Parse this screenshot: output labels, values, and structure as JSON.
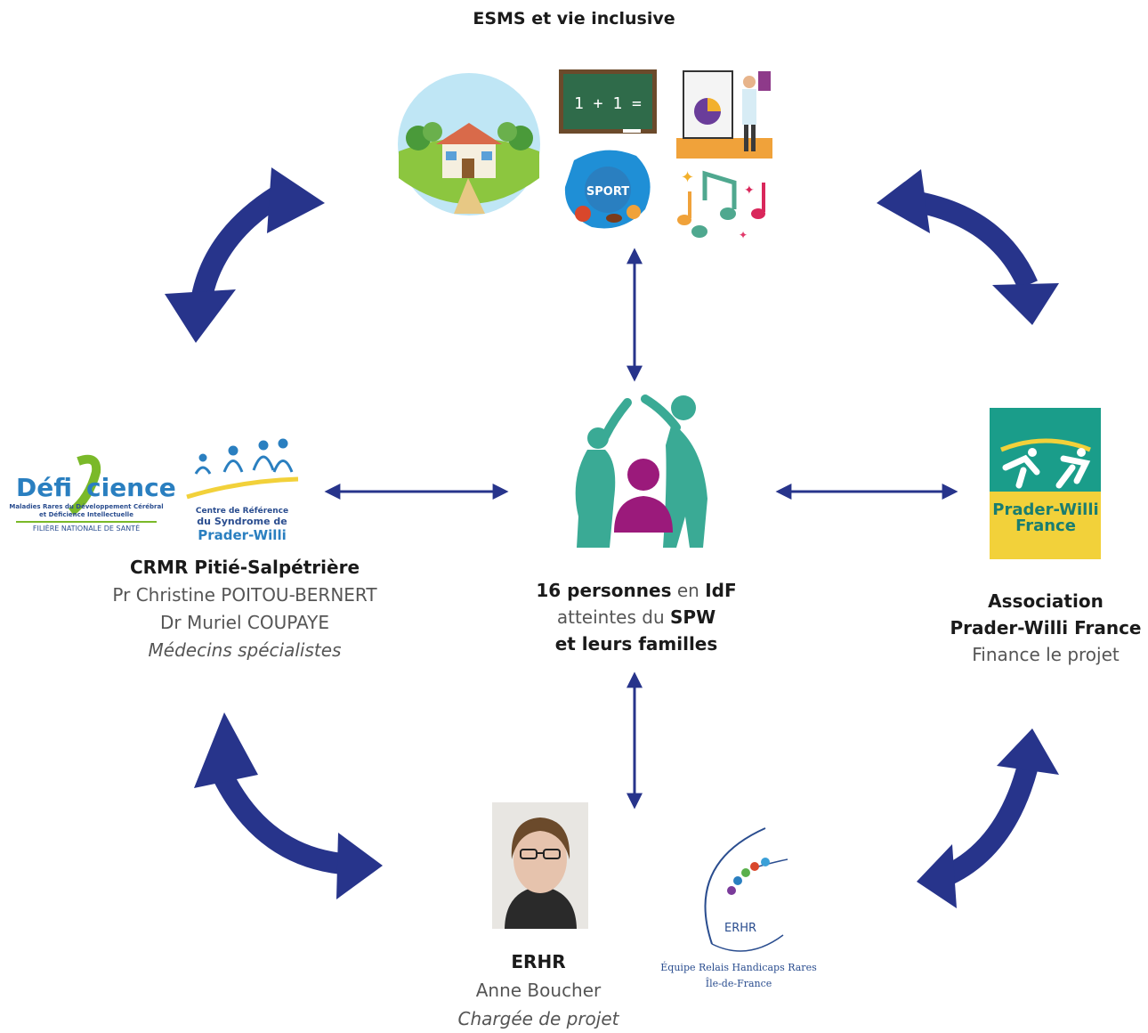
{
  "top": {
    "title": "ESMS et vie inclusive"
  },
  "top_icons": {
    "chalkboard_text": "1 + 1 =",
    "sport_label": "SPORT"
  },
  "center": {
    "count": "16 personnes",
    "word_en": " en ",
    "region": "IdF",
    "word_atteintes": "atteintes du ",
    "syndrome": "SPW",
    "families": "et leurs familles"
  },
  "left": {
    "logo1_main_a": "Défi",
    "logo1_main_b": "cience",
    "logo1_sub1": "Maladies Rares du Développement Cérébral",
    "logo1_sub2": "et Déficience Intellectuelle",
    "logo1_sub3": "FILIÈRE NATIONALE DE SANTÉ",
    "logo2_line1": "Centre de Référence",
    "logo2_line2": "du Syndrome de",
    "logo2_line3": "Prader-Willi",
    "name": "CRMR Pitié-Salpétrière",
    "person1": "Pr Christine POITOU-BERNERT",
    "person2": "Dr Muriel COUPAYE",
    "role": "Médecins spécialistes"
  },
  "right": {
    "logo_line1": "Prader-Willi",
    "logo_line2": "France",
    "name_line1": "Association",
    "name_line2": "Prader-Willi France",
    "role": "Finance le projet"
  },
  "bottom": {
    "name": "ERHR",
    "person": "Anne Boucher",
    "role": "Chargée de projet",
    "logo_acronym": "ERHR",
    "logo_line1": "Équipe Relais Handicaps Rares",
    "logo_line2": "Île-de-France"
  },
  "colors": {
    "arrow_blue": "#27348b",
    "figure_teal": "#3aaa95",
    "person_purple": "#9b1a7b",
    "pwf_green": "#1a9d8a",
    "pwf_yellow": "#f2d13a"
  }
}
